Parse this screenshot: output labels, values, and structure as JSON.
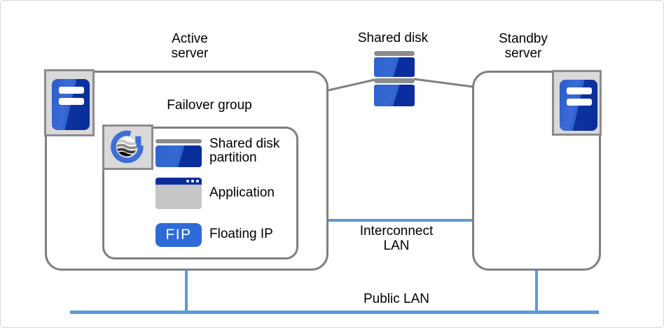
{
  "labels": {
    "active_server": "Active server",
    "shared_disk": "Shared disk",
    "standby_server": "Standby server",
    "failover_group": "Failover group",
    "interconnect_lan": "Interconnect LAN",
    "public_lan": "Public LAN"
  },
  "failover_group": {
    "items": [
      {
        "id": "shared-disk-partition",
        "icon": "disk-partition-icon",
        "label": "Shared disk partition"
      },
      {
        "id": "application",
        "icon": "application-window-icon",
        "label": "Application"
      },
      {
        "id": "floating-ip",
        "icon": "floating-ip-badge",
        "badge": "FIP",
        "label": "Floating IP"
      }
    ]
  },
  "icons": [
    "server-icon",
    "shared-disk-icon",
    "expresscluster-logo-icon",
    "disk-partition-icon",
    "application-window-icon",
    "floating-ip-badge"
  ],
  "colors": {
    "box_border_gray": "#7f7f7f",
    "icon_panel_bg": "#d9d9d9",
    "icon_panel_border": "#8c8c8c",
    "blue_light": "#2d63cc",
    "blue_dark": "#0a2e9e",
    "app_titlebar_navy": "#0b2d9a",
    "app_body_gray": "#c6c6c6",
    "fip_blue": "#2e6bd8",
    "lan_line_blue": "#5b9bd5",
    "connector_gray": "#808080",
    "logo_blue": "#3e6fd6"
  }
}
